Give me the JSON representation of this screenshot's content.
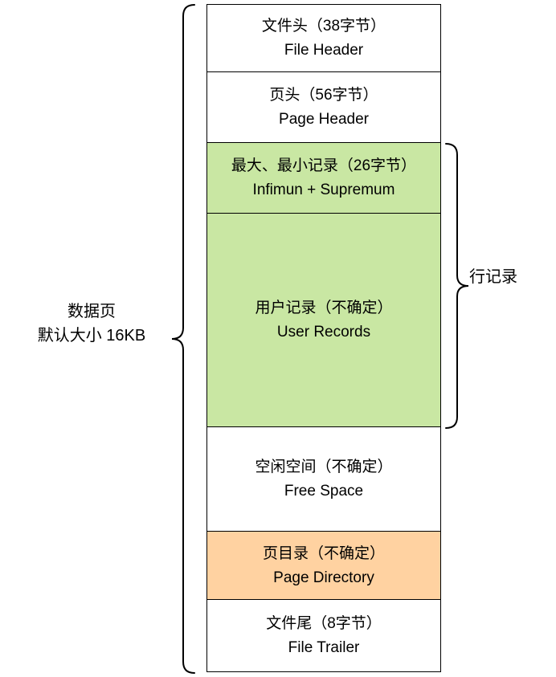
{
  "diagram": {
    "title_left": {
      "line1": "数据页",
      "line2": "默认大小 16KB"
    },
    "title_right": "行记录",
    "colors": {
      "record_green": "#c9e7a3",
      "directory_orange": "#ffd2a1",
      "plain_white": "#ffffff",
      "line_black": "#000000"
    },
    "blocks": [
      {
        "id": "file-header",
        "zh": "文件头（38字节）",
        "en": "File Header",
        "color": "#ffffff"
      },
      {
        "id": "page-header",
        "zh": "页头（56字节）",
        "en": "Page Header",
        "color": "#ffffff"
      },
      {
        "id": "infimum-supremum",
        "zh": "最大、最小记录（26字节）",
        "en": "Infimun + Supremum",
        "color": "#c9e7a3"
      },
      {
        "id": "user-records",
        "zh": "用户记录（不确定）",
        "en": "User Records",
        "color": "#c9e7a3"
      },
      {
        "id": "free-space",
        "zh": "空闲空间（不确定）",
        "en": "Free Space",
        "color": "#ffffff"
      },
      {
        "id": "page-directory",
        "zh": "页目录（不确定）",
        "en": "Page Directory",
        "color": "#ffd2a1"
      },
      {
        "id": "file-trailer",
        "zh": "文件尾（8字节）",
        "en": "File Trailer",
        "color": "#ffffff"
      }
    ]
  }
}
